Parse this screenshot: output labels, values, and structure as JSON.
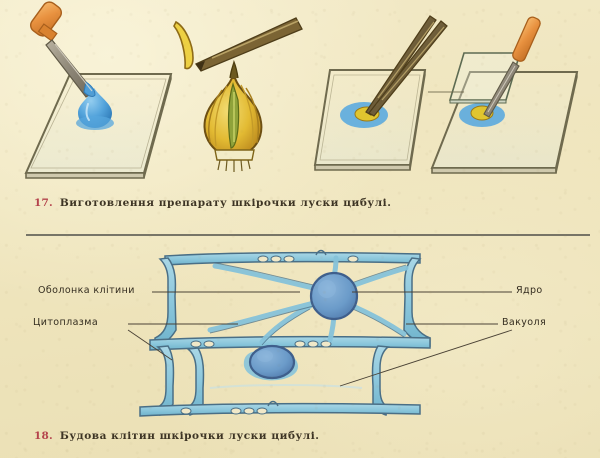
{
  "page": {
    "background_color": "#efe5bd",
    "divider_color": "#4a4a46"
  },
  "figure17": {
    "number": "17.",
    "caption": "Виготовлення препарату шкірочки луски цибулі.",
    "number_color": "#b4434c",
    "steps": [
      {
        "name": "drop-water-on-slide",
        "tool": "pipette",
        "tool_color": "#e8913f",
        "liquid_color": "#4f9ed6"
      },
      {
        "name": "peel-onion-scale",
        "tool": "dissecting-needle",
        "onion_color": "#e8c33a"
      },
      {
        "name": "place-skin-in-drop",
        "tool": "tweezers",
        "specimen_color": "#e3c32e"
      },
      {
        "name": "lower-coverslip",
        "tool": "needle",
        "tool_color": "#e8913f"
      }
    ]
  },
  "figure18": {
    "number": "18.",
    "caption": "Будова клітин шкірочки луски цибулі.",
    "number_color": "#b4434c",
    "labels": {
      "cell_wall": "Оболонка клітини",
      "cytoplasm": "Цитоплазма",
      "nucleus": "Ядро",
      "vacuole": "Вакуоля"
    },
    "colors": {
      "wall_fill": "#8fc9dd",
      "wall_outline": "#4a6f86",
      "nucleus_fill": "#6b9bc9",
      "nucleus_outline": "#3f5f8c",
      "leader_line": "#4a4235"
    },
    "cells": [
      {
        "name": "upper-cell",
        "has_nucleus": true
      },
      {
        "name": "lower-cell",
        "has_nucleus": true
      }
    ]
  }
}
